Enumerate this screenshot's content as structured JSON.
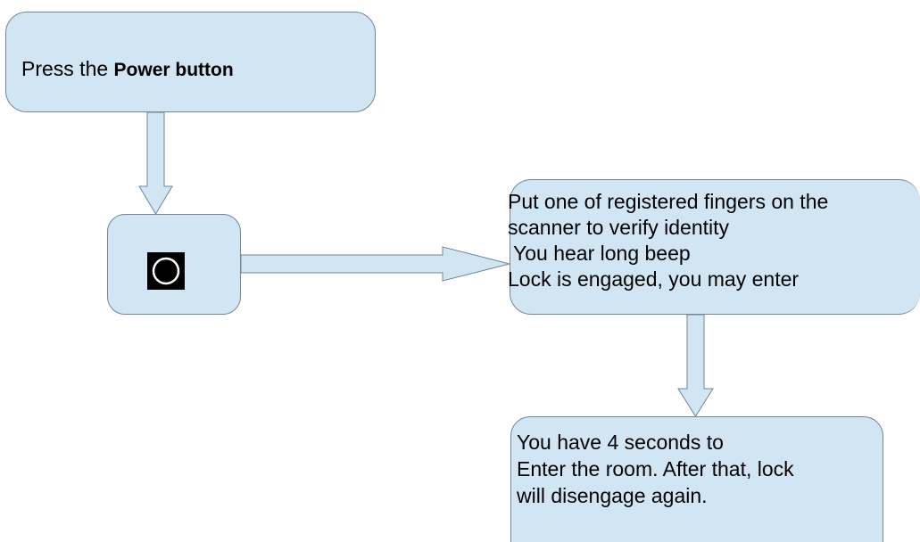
{
  "steps": {
    "power": {
      "prefix": "Press the ",
      "bold": "Power button"
    },
    "icon": {
      "icon_name": "power-circle-icon",
      "icon_bg": "#000000",
      "icon_stroke": "#ffffff"
    },
    "finger": {
      "line1": "Put one of registered fingers on the",
      "line2": "scanner to verify identity",
      "line3": "You hear long beep",
      "line4": "Lock is engaged, you may enter"
    },
    "seconds": {
      "line1": "You have 4 seconds to",
      "line2": "Enter the room. After that, lock",
      "line3": "will disengage again."
    }
  },
  "colors": {
    "box_fill": "#d1e5f3",
    "box_border": "#6f8799",
    "arrow_fill": "#d1e5f3",
    "arrow_stroke": "#6f8799"
  }
}
